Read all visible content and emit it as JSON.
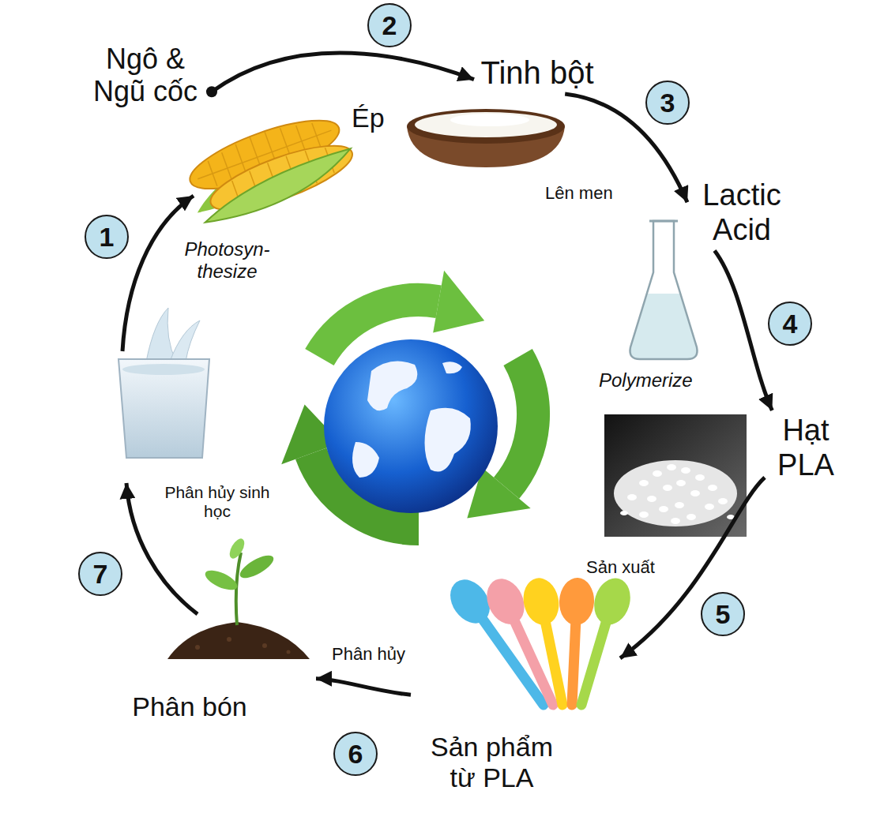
{
  "diagram": {
    "nodes": [
      {
        "text": [
          "Ngô & Ngũ cốc"
        ]
      },
      {
        "text": [
          "Tinh bột"
        ]
      },
      {
        "text": [
          "Lactic Acid"
        ]
      },
      {
        "text": [
          "Hạt PLA"
        ]
      },
      {
        "text": [
          "Sản phẩm từ PLA"
        ]
      },
      {
        "text": [
          "Phân bón"
        ]
      }
    ],
    "edges": [
      {
        "from": 0,
        "to": 1,
        "label": "Ép",
        "arrow": "to"
      },
      {
        "from": 1,
        "to": 2,
        "label": "Lên men",
        "arrow": "to"
      },
      {
        "from": 2,
        "to": 3,
        "label": "Polymerize",
        "arrow": "to"
      },
      {
        "from": 3,
        "to": 4,
        "label": "Sản xuất",
        "arrow": "to"
      },
      {
        "from": 4,
        "to": 5,
        "label": "Phân hủy",
        "arrow": "to"
      }
    ],
    "labels": [
      "1",
      "Photosyn- thesize",
      "2",
      "3",
      "4",
      "5",
      "6",
      "7",
      "Phân hủy sinh học"
    ]
  }
}
